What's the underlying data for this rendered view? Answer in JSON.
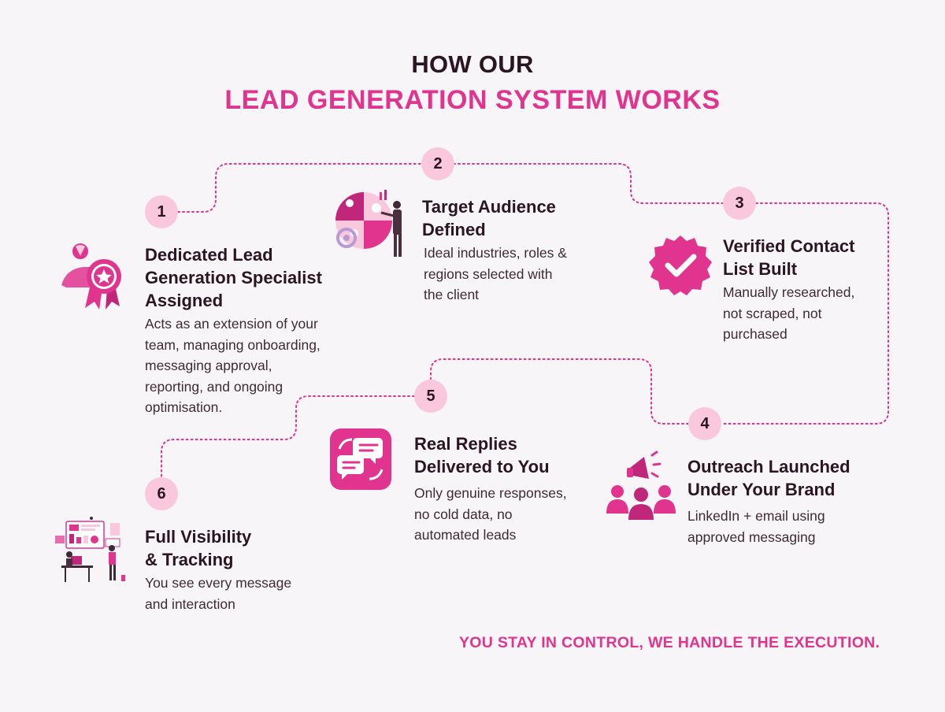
{
  "header": {
    "line1": "HOW OUR",
    "line2": "LEAD GENERATION SYSTEM WORKS"
  },
  "colors": {
    "accent": "#e0348e",
    "badge": "#f9c8dd",
    "dark": "#2a1622",
    "path": "#e0348e"
  },
  "steps": [
    {
      "number": "1",
      "title_lines": [
        "Dedicated Lead",
        "Generation Specialist",
        "Assigned"
      ],
      "description_lines": [
        "Acts as an extension of your",
        "team, managing onboarding,",
        "messaging approval,",
        "reporting, and ongoing",
        "optimisation."
      ],
      "icon": "award-ribbon-icon"
    },
    {
      "number": "2",
      "title_lines": [
        "Target Audience",
        "Defined"
      ],
      "description_lines": [
        "Ideal industries, roles &",
        "regions selected with",
        "the client"
      ],
      "icon": "audience-chart-icon"
    },
    {
      "number": "3",
      "title_lines": [
        "Verified Contact",
        "List Built"
      ],
      "description_lines": [
        "Manually researched,",
        "not scraped, not",
        "purchased"
      ],
      "icon": "verified-badge-icon"
    },
    {
      "number": "4",
      "title_lines": [
        "Outreach Launched",
        "Under Your Brand"
      ],
      "description_lines": [
        "LinkedIn + email using",
        "approved messaging"
      ],
      "icon": "megaphone-team-icon"
    },
    {
      "number": "5",
      "title_lines": [
        "Real Replies",
        "Delivered to You"
      ],
      "description_lines": [
        "Only genuine responses,",
        "no cold data, no",
        "automated leads"
      ],
      "icon": "chat-exchange-icon"
    },
    {
      "number": "6",
      "title_lines": [
        "Full Visibility",
        "& Tracking"
      ],
      "description_lines": [
        "You see every message",
        "and interaction"
      ],
      "icon": "dashboard-team-icon"
    }
  ],
  "footer": "YOU STAY IN CONTROL, WE HANDLE THE EXECUTION."
}
